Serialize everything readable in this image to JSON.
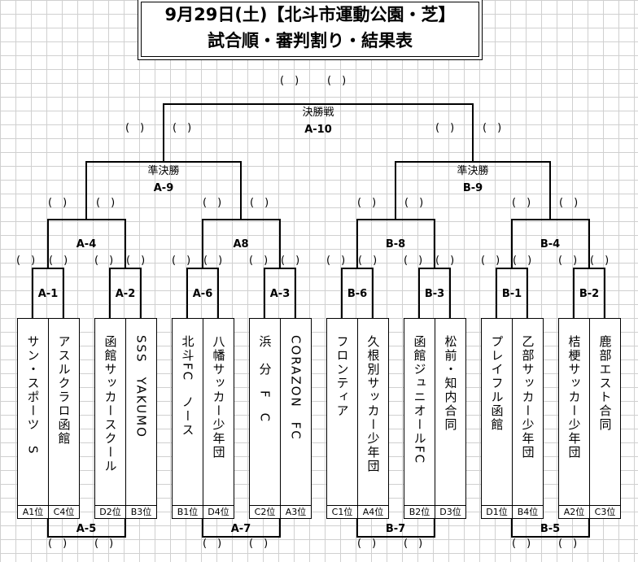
{
  "title": {
    "line1": "9月29日(土)【北斗市運動公園・芝】",
    "line2": "試合順・審判割り・結果表"
  },
  "final": {
    "name": "決勝戦",
    "code": "A-10"
  },
  "semis": [
    {
      "name": "準決勝",
      "code": "A-9"
    },
    {
      "name": "準決勝",
      "code": "B-9"
    }
  ],
  "quarters": [
    "A-4",
    "A8",
    "B-8",
    "B-4"
  ],
  "first_round": [
    "A-1",
    "A-2",
    "A-6",
    "A-3",
    "B-6",
    "B-3",
    "B-1",
    "B-2"
  ],
  "referee_matches": [
    "A-5",
    "A-7",
    "B-7",
    "B-5"
  ],
  "paren": "(　)",
  "teams": [
    {
      "name": "サン・スポーツ　S",
      "seed": "A1位"
    },
    {
      "name": "アスルクラロ函館",
      "seed": "C4位"
    },
    {
      "name": "函館サッカースクール",
      "seed": "D2位"
    },
    {
      "name": "SSS　YAKUMO",
      "seed": "B3位"
    },
    {
      "name": "北斗FC　ノース",
      "seed": "B1位"
    },
    {
      "name": "八幡サッカー少年団",
      "seed": "D4位"
    },
    {
      "name": "浜　分　F　C",
      "seed": "C2位"
    },
    {
      "name": "CORAZON　FC",
      "seed": "A3位"
    },
    {
      "name": "フロンティア",
      "seed": "C1位"
    },
    {
      "name": "久根別サッカー少年団",
      "seed": "A4位"
    },
    {
      "name": "函館ジュニオールFC",
      "seed": "B2位"
    },
    {
      "name": "松前・知内合同",
      "seed": "D3位"
    },
    {
      "name": "プレイフル函館",
      "seed": "D1位"
    },
    {
      "name": "乙部サッカー少年団",
      "seed": "B4位"
    },
    {
      "name": "桔梗サッカー少年団",
      "seed": "A2位"
    },
    {
      "name": "鹿部エスト合同",
      "seed": "C3位"
    }
  ]
}
